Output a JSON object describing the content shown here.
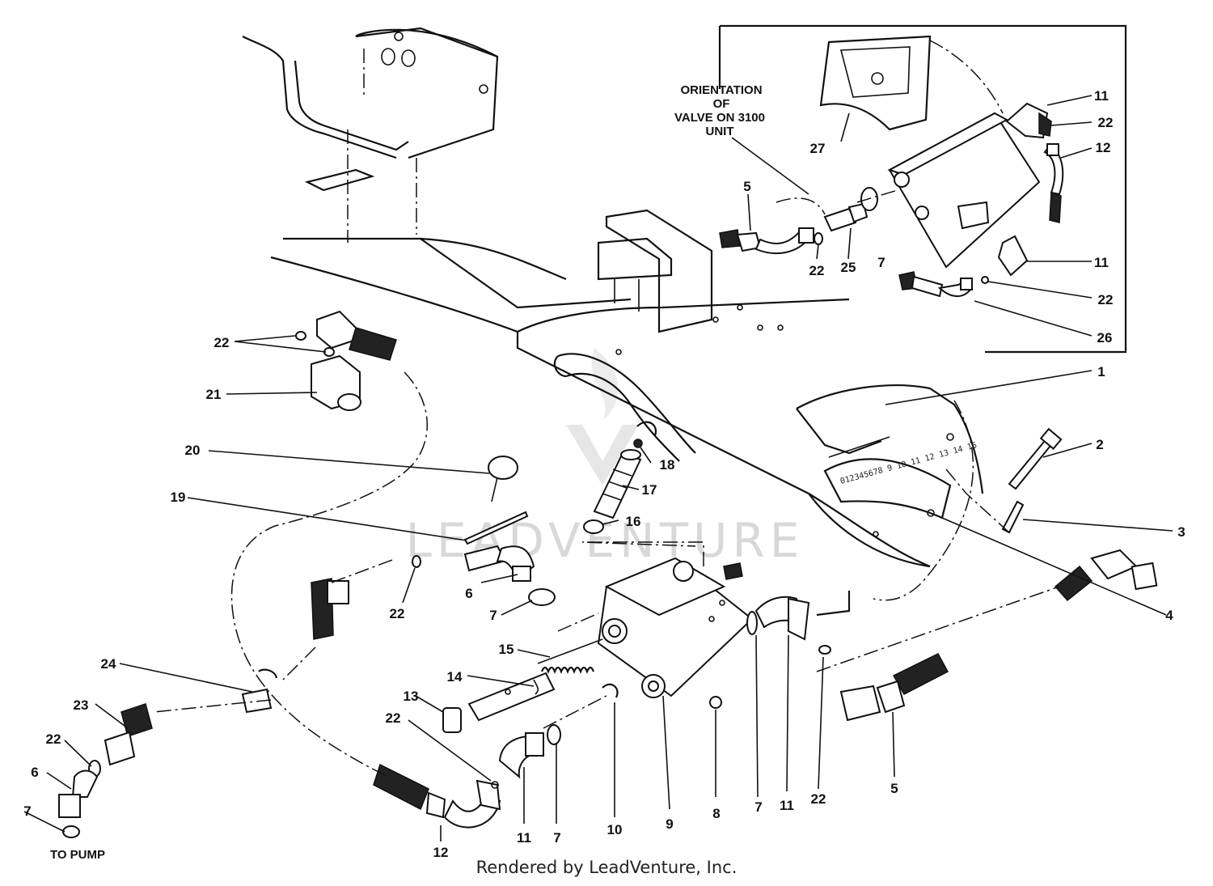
{
  "diagram": {
    "inset_caption": [
      "ORIENTATION",
      "OF",
      "VALVE ON 3100",
      "UNIT"
    ],
    "to_pump_label": "TO PUMP",
    "watermark": "LEADVENTURE",
    "credit": "Rendered by LeadVenture, Inc.",
    "gauge_scale": "012345678 9 10 11 12 13 14 15",
    "callouts": [
      {
        "id": "c-11a",
        "text": "11"
      },
      {
        "id": "c-22a",
        "text": "22"
      },
      {
        "id": "c-12a",
        "text": "12"
      },
      {
        "id": "c-27",
        "text": "27"
      },
      {
        "id": "c-5a",
        "text": "5"
      },
      {
        "id": "c-22b",
        "text": "22"
      },
      {
        "id": "c-25",
        "text": "25"
      },
      {
        "id": "c-7a",
        "text": "7"
      },
      {
        "id": "c-11b",
        "text": "11"
      },
      {
        "id": "c-22c",
        "text": "22"
      },
      {
        "id": "c-26",
        "text": "26"
      },
      {
        "id": "c-22d",
        "text": "22"
      },
      {
        "id": "c-21",
        "text": "21"
      },
      {
        "id": "c-1",
        "text": "1"
      },
      {
        "id": "c-2",
        "text": "2"
      },
      {
        "id": "c-20",
        "text": "20"
      },
      {
        "id": "c-18",
        "text": "18"
      },
      {
        "id": "c-19",
        "text": "19"
      },
      {
        "id": "c-17",
        "text": "17"
      },
      {
        "id": "c-16",
        "text": "16"
      },
      {
        "id": "c-3",
        "text": "3"
      },
      {
        "id": "c-6a",
        "text": "6"
      },
      {
        "id": "c-22e",
        "text": "22"
      },
      {
        "id": "c-7b",
        "text": "7"
      },
      {
        "id": "c-4",
        "text": "4"
      },
      {
        "id": "c-15",
        "text": "15"
      },
      {
        "id": "c-14",
        "text": "14"
      },
      {
        "id": "c-24",
        "text": "24"
      },
      {
        "id": "c-13",
        "text": "13"
      },
      {
        "id": "c-23",
        "text": "23"
      },
      {
        "id": "c-22f",
        "text": "22"
      },
      {
        "id": "c-22g",
        "text": "22"
      },
      {
        "id": "c-6b",
        "text": "6"
      },
      {
        "id": "c-7c",
        "text": "7"
      },
      {
        "id": "c-12b",
        "text": "12"
      },
      {
        "id": "c-11c",
        "text": "11"
      },
      {
        "id": "c-7d",
        "text": "7"
      },
      {
        "id": "c-10",
        "text": "10"
      },
      {
        "id": "c-9",
        "text": "9"
      },
      {
        "id": "c-8",
        "text": "8"
      },
      {
        "id": "c-7e",
        "text": "7"
      },
      {
        "id": "c-11d",
        "text": "11"
      },
      {
        "id": "c-22h",
        "text": "22"
      },
      {
        "id": "c-5b",
        "text": "5"
      }
    ]
  }
}
